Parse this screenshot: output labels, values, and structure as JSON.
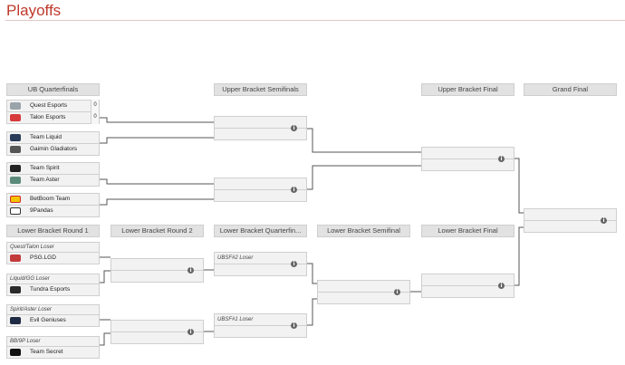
{
  "page": {
    "title": "Playoffs"
  },
  "rounds": {
    "ub_qf": "UB Quarterfinals",
    "ub_sf": "Upper Bracket Semifinals",
    "ub_f": "Upper Bracket Final",
    "gf": "Grand Final",
    "lb_r1": "Lower Bracket Round 1",
    "lb_r2": "Lower Bracket Round 2",
    "lb_qf": "Lower Bracket Quarterfin...",
    "lb_sf": "Lower Bracket Semifinal",
    "lb_f": "Lower Bracket Final"
  },
  "ub_qf_matches": [
    {
      "team1": "Quest Esports",
      "score1": "0",
      "logo1": "#9aa3aa",
      "team2": "Talon Esports",
      "score2": "0",
      "logo2": "#d63a3a"
    },
    {
      "team1": "Team Liquid",
      "logo1": "#2a3b5a",
      "team2": "Gaimin Gladiators",
      "logo2": "#555555"
    },
    {
      "team1": "Team Spirit",
      "logo1": "#222222",
      "team2": "Team Aster",
      "logo2": "#5b8a7a"
    },
    {
      "team1": "BetBoom Team",
      "logo1": "#f5c400",
      "team2": "9Pandas",
      "logo2": "#333333"
    }
  ],
  "lb_r1_matches": [
    {
      "label": "Quest/Talon Loser",
      "team2": "PSG.LGD",
      "logo2": "#c23a3a"
    },
    {
      "label": "Liquid/GG Loser",
      "team2": "Tundra Esports",
      "logo2": "#2b2b2b"
    },
    {
      "label": "Spirit/Aster Loser",
      "team2": "Evil Geniuses",
      "logo2": "#1f2a44"
    },
    {
      "label": "BB/9P Loser",
      "team2": "Team Secret",
      "logo2": "#111111"
    }
  ],
  "lb_qf_labels": [
    "UBSF#2 Loser",
    "UBSF#1 Loser"
  ],
  "info_glyph": "i"
}
